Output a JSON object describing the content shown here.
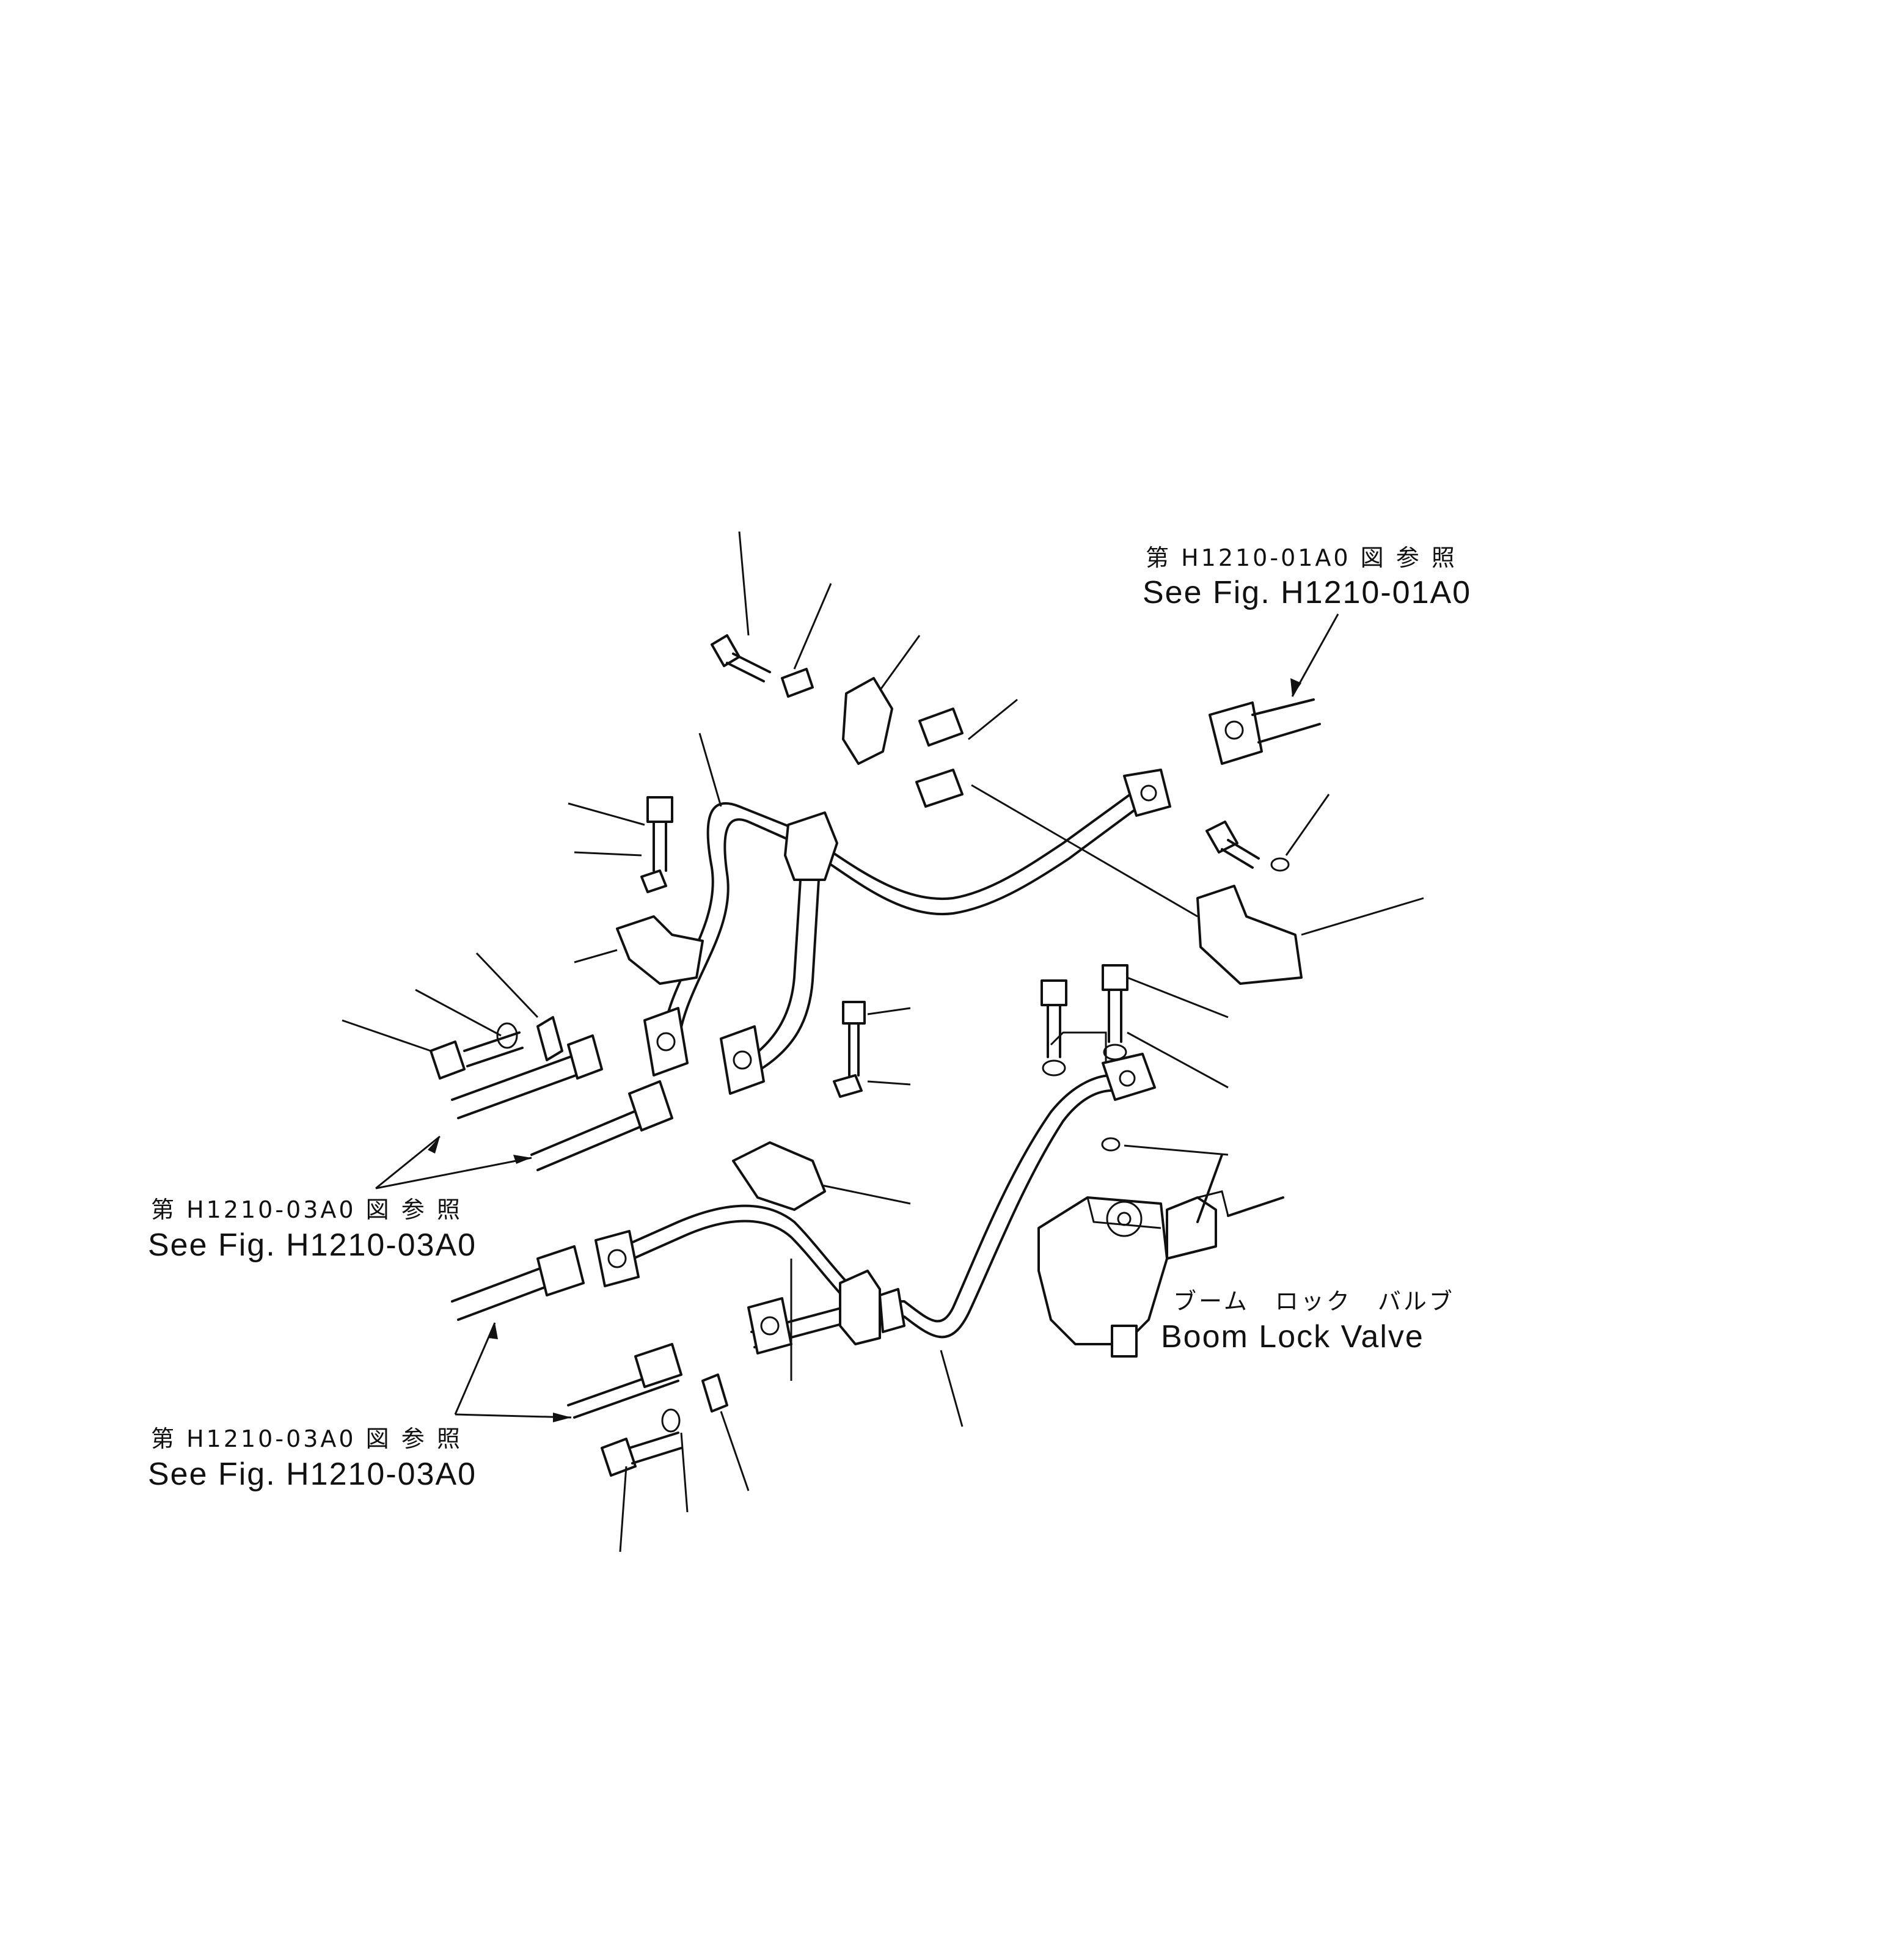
{
  "references": {
    "top_right": {
      "jp": "第 H1210-01A0 図 参 照",
      "en": "See Fig. H1210-01A0"
    },
    "mid_left": {
      "jp": "第 H1210-03A0 図 参 照",
      "en": "See Fig. H1210-03A0"
    },
    "bottom_left": {
      "jp": "第 H1210-03A0 図 参 照",
      "en": "See Fig. H1210-03A0"
    }
  },
  "component": {
    "jp": "ブーム　ロック　バルブ",
    "en": "Boom Lock Valve"
  }
}
